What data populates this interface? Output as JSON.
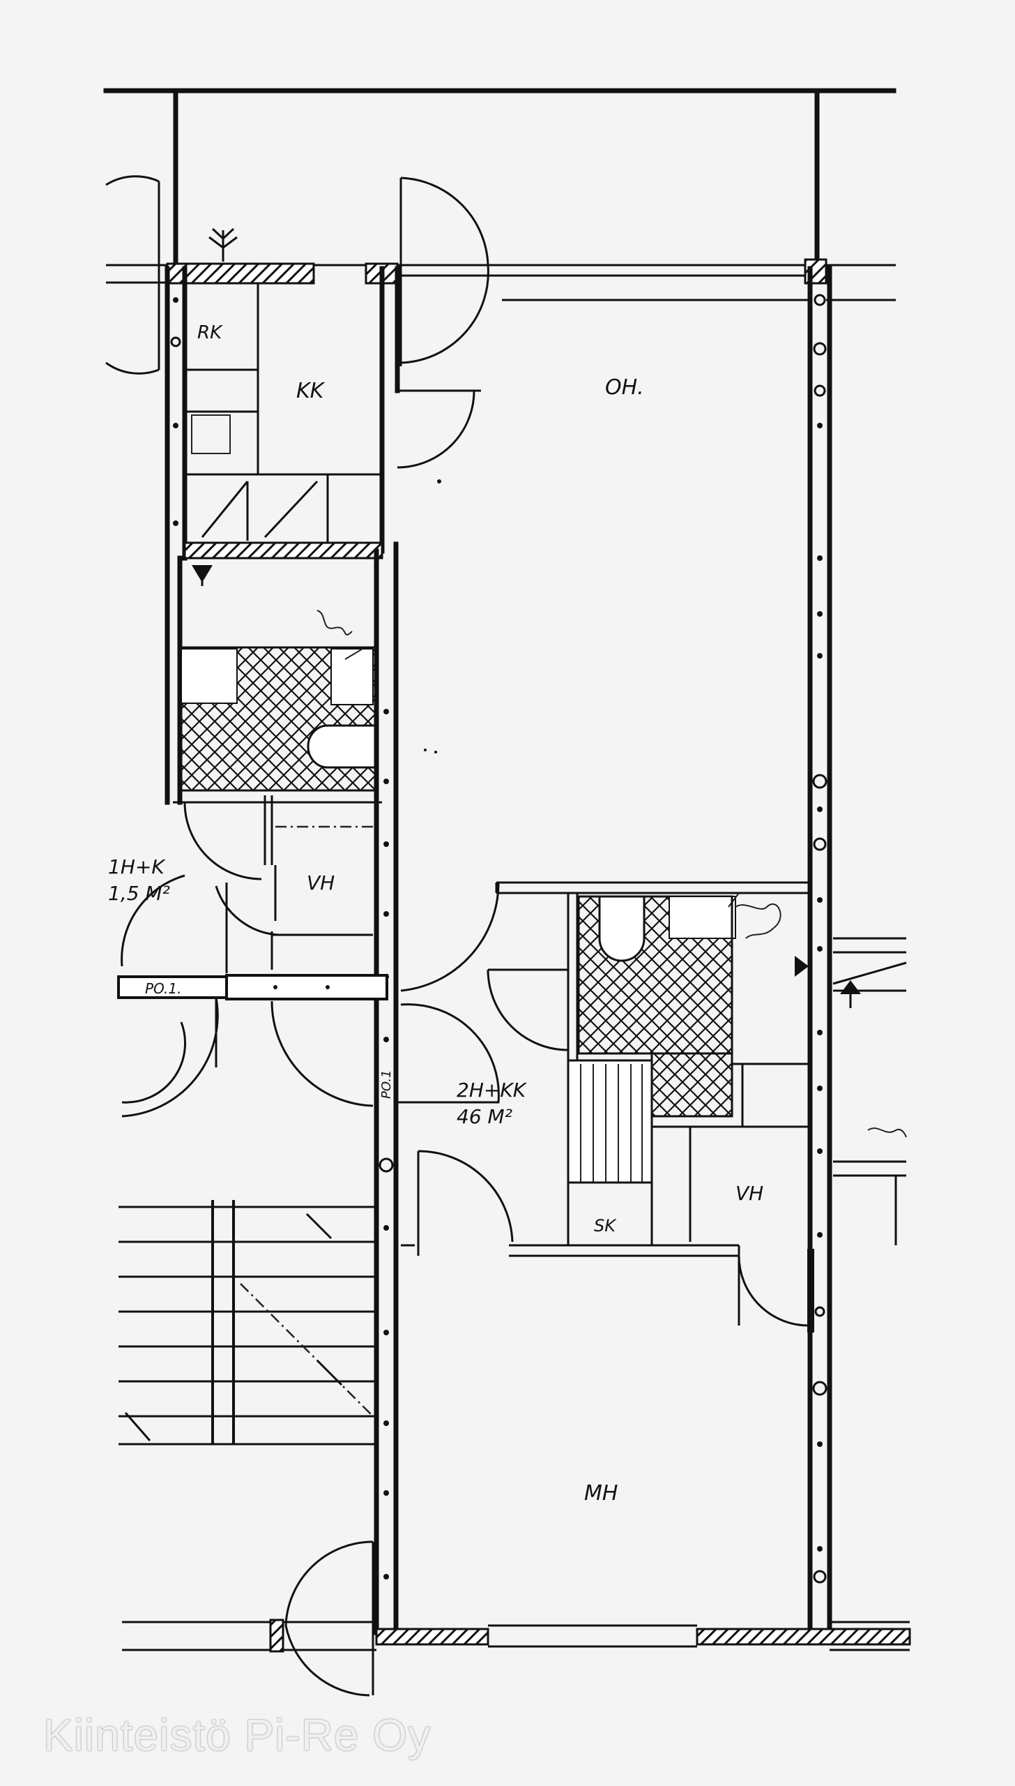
{
  "rooms": {
    "rk": "RK",
    "kk": "KK",
    "oh": "OH.",
    "vh_top": "VH",
    "vh_bottom": "VH",
    "sk": "SK",
    "mh": "MH"
  },
  "apartments": {
    "left_line1": "1H+K",
    "left_line2": "1,5 M²",
    "main_line1": "2H+KK",
    "main_line2": "46 M²"
  },
  "markers": {
    "po_horizontal": "PO.1.",
    "po_vertical": "PO.1"
  },
  "watermark": "Kiinteistö Pi-Re Oy"
}
